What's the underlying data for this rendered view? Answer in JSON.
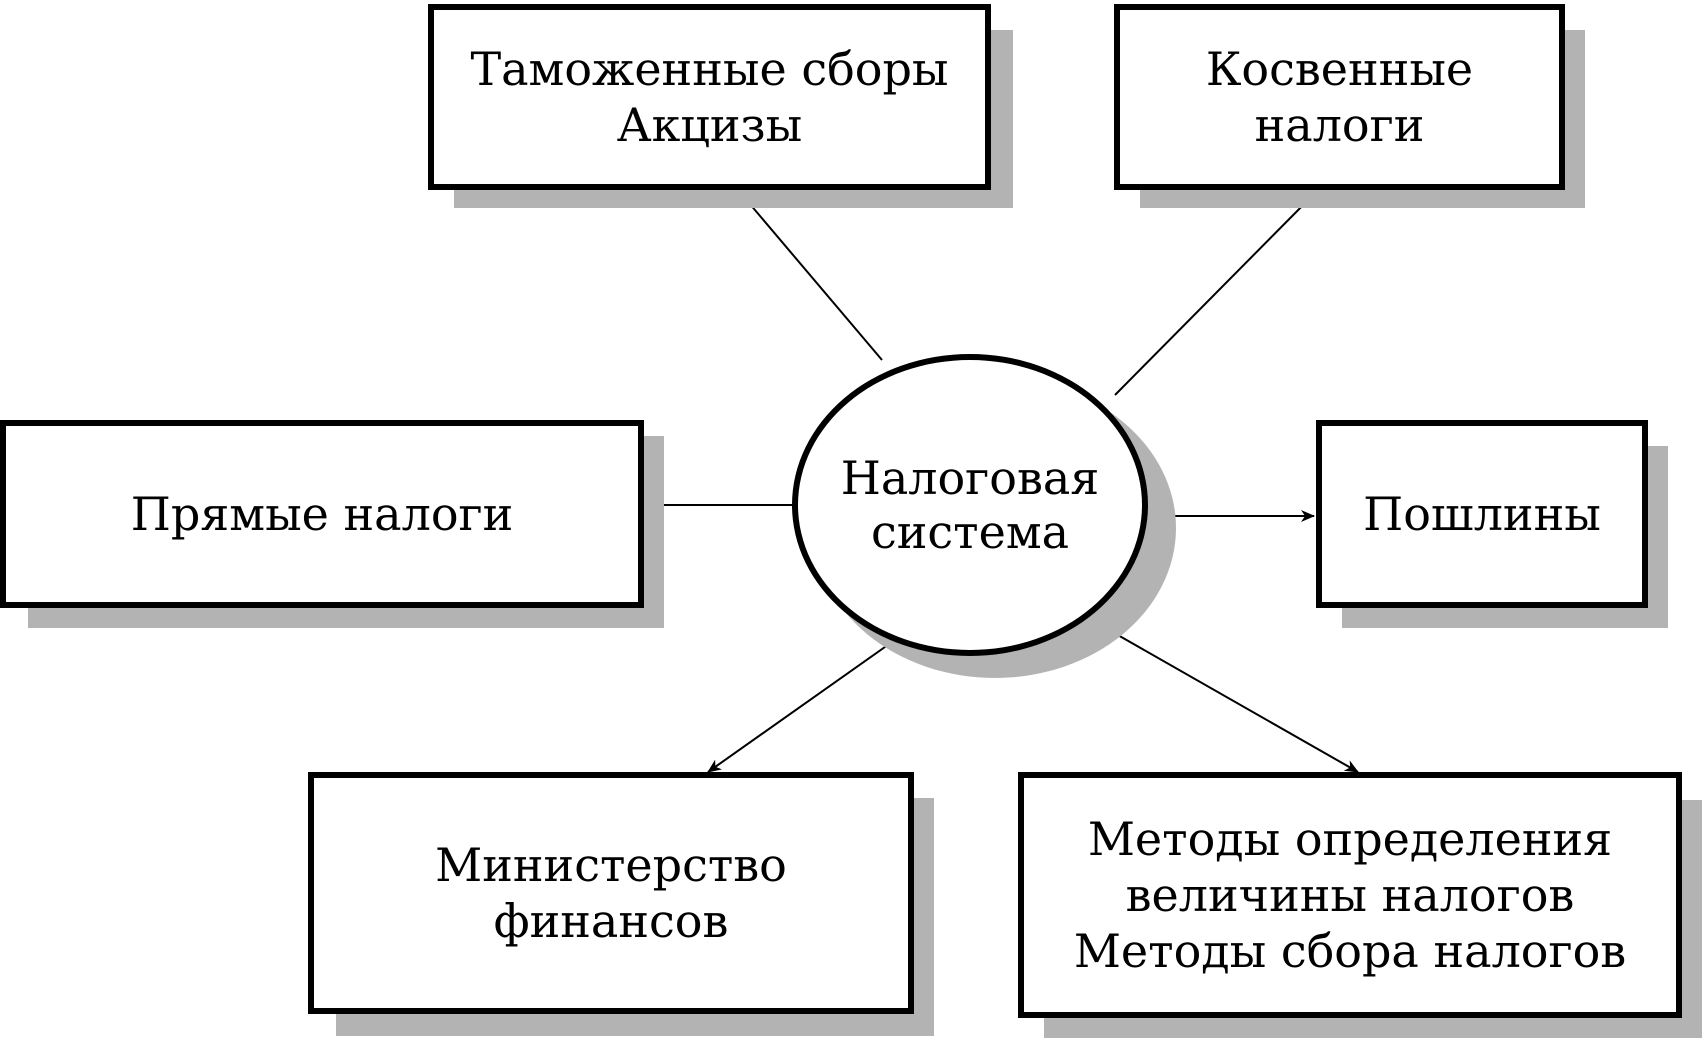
{
  "center": {
    "lines": [
      "Налоговая",
      "система"
    ]
  },
  "nodes": {
    "customs": {
      "lines": [
        "Таможенные сборы",
        "Акцизы"
      ]
    },
    "indirect": {
      "lines": [
        "Косвенные",
        "налоги"
      ]
    },
    "direct": {
      "lines": [
        "Прямые налоги"
      ]
    },
    "duties": {
      "lines": [
        "Пошлины"
      ]
    },
    "ministry": {
      "lines": [
        "Министерство",
        "финансов"
      ]
    },
    "methods": {
      "lines": [
        "Методы определения",
        "величины налогов",
        "Методы сбора налогов"
      ]
    }
  },
  "colors": {
    "stroke": "#000000",
    "shadow": "#b3b3b3",
    "fill": "#ffffff"
  }
}
